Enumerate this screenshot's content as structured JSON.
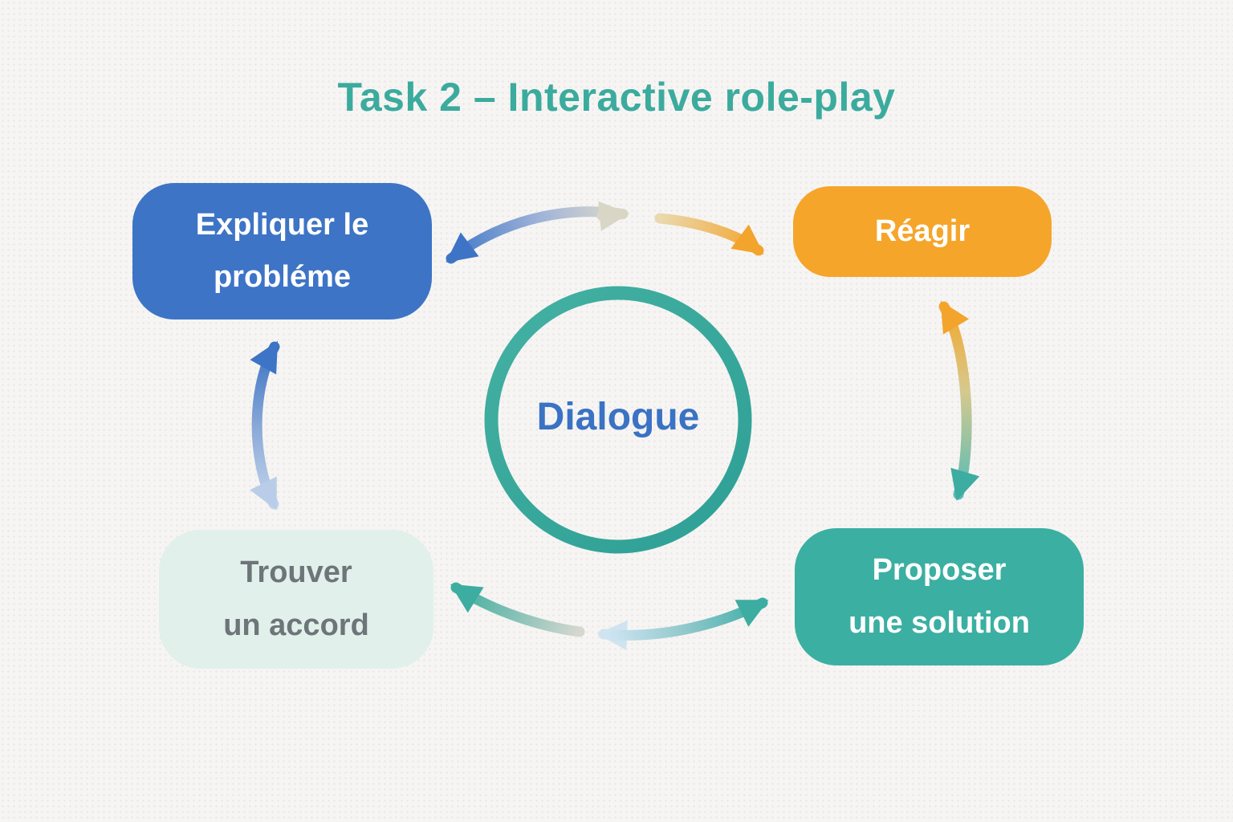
{
  "title": "Task 2 – Interactive role-play",
  "center": {
    "label": "Dialogue"
  },
  "nodes": {
    "explain": {
      "line1": "Expliquer le",
      "line2": "probléme"
    },
    "react": {
      "line1": "Réagir",
      "line2": ""
    },
    "propose": {
      "line1": "Proposer",
      "line2": "une solution"
    },
    "agree": {
      "line1": "Trouver",
      "line2": "un accord"
    }
  },
  "connections": [
    {
      "from": "explain",
      "to": "react",
      "type": "double-headed curved arc (top), blue-to-orange gradient with pale mid arrowhead pointing right"
    },
    {
      "from": "react",
      "to": "propose",
      "type": "double-headed curved arc (right), orange-to-teal gradient"
    },
    {
      "from": "propose",
      "to": "agree",
      "type": "double-headed curved arc (bottom), teal gradient with pale-blue mid arrowhead pointing left"
    },
    {
      "from": "agree",
      "to": "explain",
      "type": "double-headed curved arc (left), blue-to-pale-blue gradient"
    }
  ],
  "colors": {
    "background": "#f6f5f3",
    "title": "#3bab9e",
    "node_explain_bg": "#3d74c6",
    "node_react_bg": "#f5a52a",
    "node_propose_bg": "#3bafa2",
    "node_agree_bg": "#e1f0eb",
    "node_agree_text": "#6d7578",
    "node_text": "#ffffff",
    "circle_ring": "#38a89c",
    "dialogue_text": "#3a72c4",
    "arrow_blue": "#3d74c6",
    "arrow_orange": "#f3a42c",
    "arrow_teal": "#3cada0",
    "arrow_pale": "#d9d6c6",
    "arrow_pale_blue": "#cfe4f0",
    "arrow_light_blue": "#b9cde8"
  }
}
